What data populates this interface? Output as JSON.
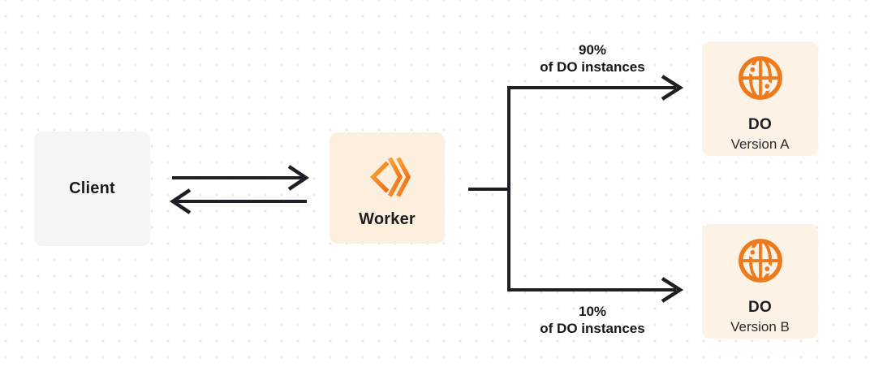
{
  "nodes": {
    "client": {
      "label": "Client"
    },
    "worker": {
      "label": "Worker",
      "icon": "workers-icon"
    },
    "do_a": {
      "title": "DO",
      "subtitle": "Version A",
      "icon": "globe-icon"
    },
    "do_b": {
      "title": "DO",
      "subtitle": "Version B",
      "icon": "globe-icon"
    }
  },
  "edges": {
    "top_branch": {
      "percent": "90%",
      "caption": "of DO instances"
    },
    "bottom_branch": {
      "percent": "10%",
      "caption": "of DO instances"
    }
  },
  "colors": {
    "accent_orange": "#F28021",
    "orange_gradient_light": "#FAAD3F",
    "orange_gradient_dark": "#EC6D13",
    "node_cream": "#FCF2E5",
    "worker_cream": "#FCEFDE",
    "client_gray": "#F5F5F6",
    "line_dark": "#1F1E24",
    "dot_grid": "#E6E6EA"
  }
}
